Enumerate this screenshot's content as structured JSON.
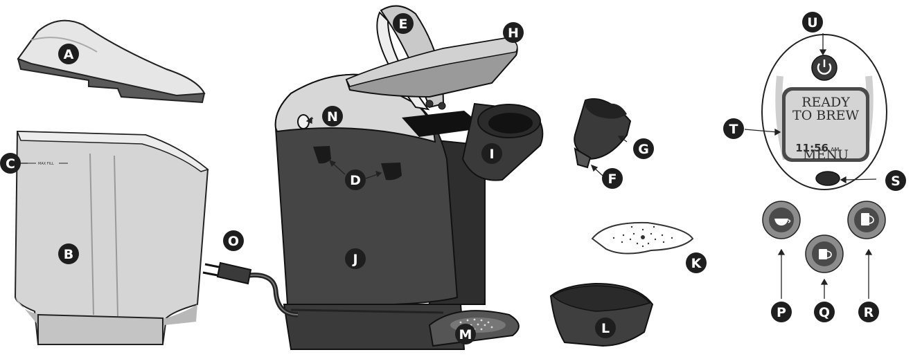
{
  "labels": {
    "A": "A",
    "B": "B",
    "C": "C",
    "D": "D",
    "E": "E",
    "F": "F",
    "G": "G",
    "H": "H",
    "I": "I",
    "J": "J",
    "K": "K",
    "L": "L",
    "M": "M",
    "N": "N",
    "O": "O",
    "P": "P",
    "Q": "Q",
    "R": "R",
    "S": "S",
    "T": "T",
    "U": "U"
  },
  "reservoir": {
    "max_fill": "MAX FILL"
  },
  "display": {
    "line1": "READY",
    "line2": "TO BREW",
    "time": "11:56",
    "ampm": "AM",
    "menu": "MENU"
  },
  "colors": {
    "dark": "#3d3d3d",
    "label_bg": "#1e1e1e",
    "light": "#d9d9d9",
    "mid": "#8a8a8a"
  },
  "icons": {
    "power": "power-icon",
    "small_cup": "small-cup-icon",
    "medium_mug": "medium-mug-icon",
    "large_mug": "large-mug-icon"
  }
}
